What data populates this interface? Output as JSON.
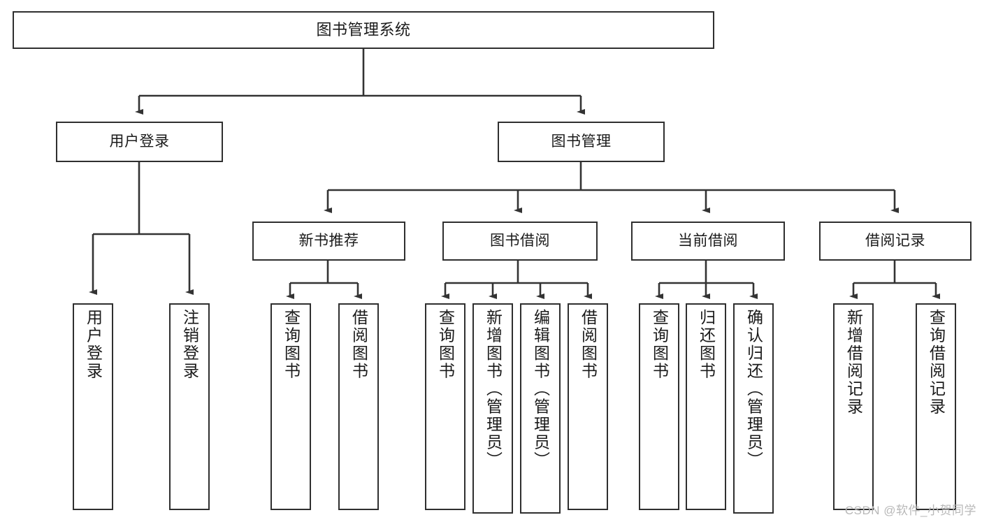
{
  "diagram": {
    "type": "hierarchy-tree",
    "title": "图书管理系统",
    "watermark": "CSDN @软件_小贺同学",
    "colors": {
      "box_border": "#2f2f2f",
      "box_fill": "#ffffff",
      "connector": "#333333",
      "text": "#1a1a1a",
      "watermark": "#b8b8b8"
    },
    "levels": {
      "root": {
        "label": "图书管理系统"
      },
      "level2": [
        {
          "label": "用户登录"
        },
        {
          "label": "图书管理"
        }
      ],
      "level3": [
        {
          "label": "新书推荐"
        },
        {
          "label": "图书借阅"
        },
        {
          "label": "当前借阅"
        },
        {
          "label": "借阅记录"
        }
      ],
      "leaves": {
        "user_login": [
          {
            "label": "用户登录"
          },
          {
            "label": "注销登录"
          }
        ],
        "new_book": [
          {
            "label": "查询图书"
          },
          {
            "label": "借阅图书"
          }
        ],
        "book_borrow": [
          {
            "label": "查询图书"
          },
          {
            "label": "新增图书（管理员）"
          },
          {
            "label": "编辑图书（管理员）"
          },
          {
            "label": "借阅图书"
          }
        ],
        "current_borrow": [
          {
            "label": "查询图书"
          },
          {
            "label": "归还图书"
          },
          {
            "label": "确认归还（管理员）"
          }
        ],
        "borrow_record": [
          {
            "label": "新增借阅记录"
          },
          {
            "label": "查询借阅记录"
          }
        ]
      }
    }
  }
}
